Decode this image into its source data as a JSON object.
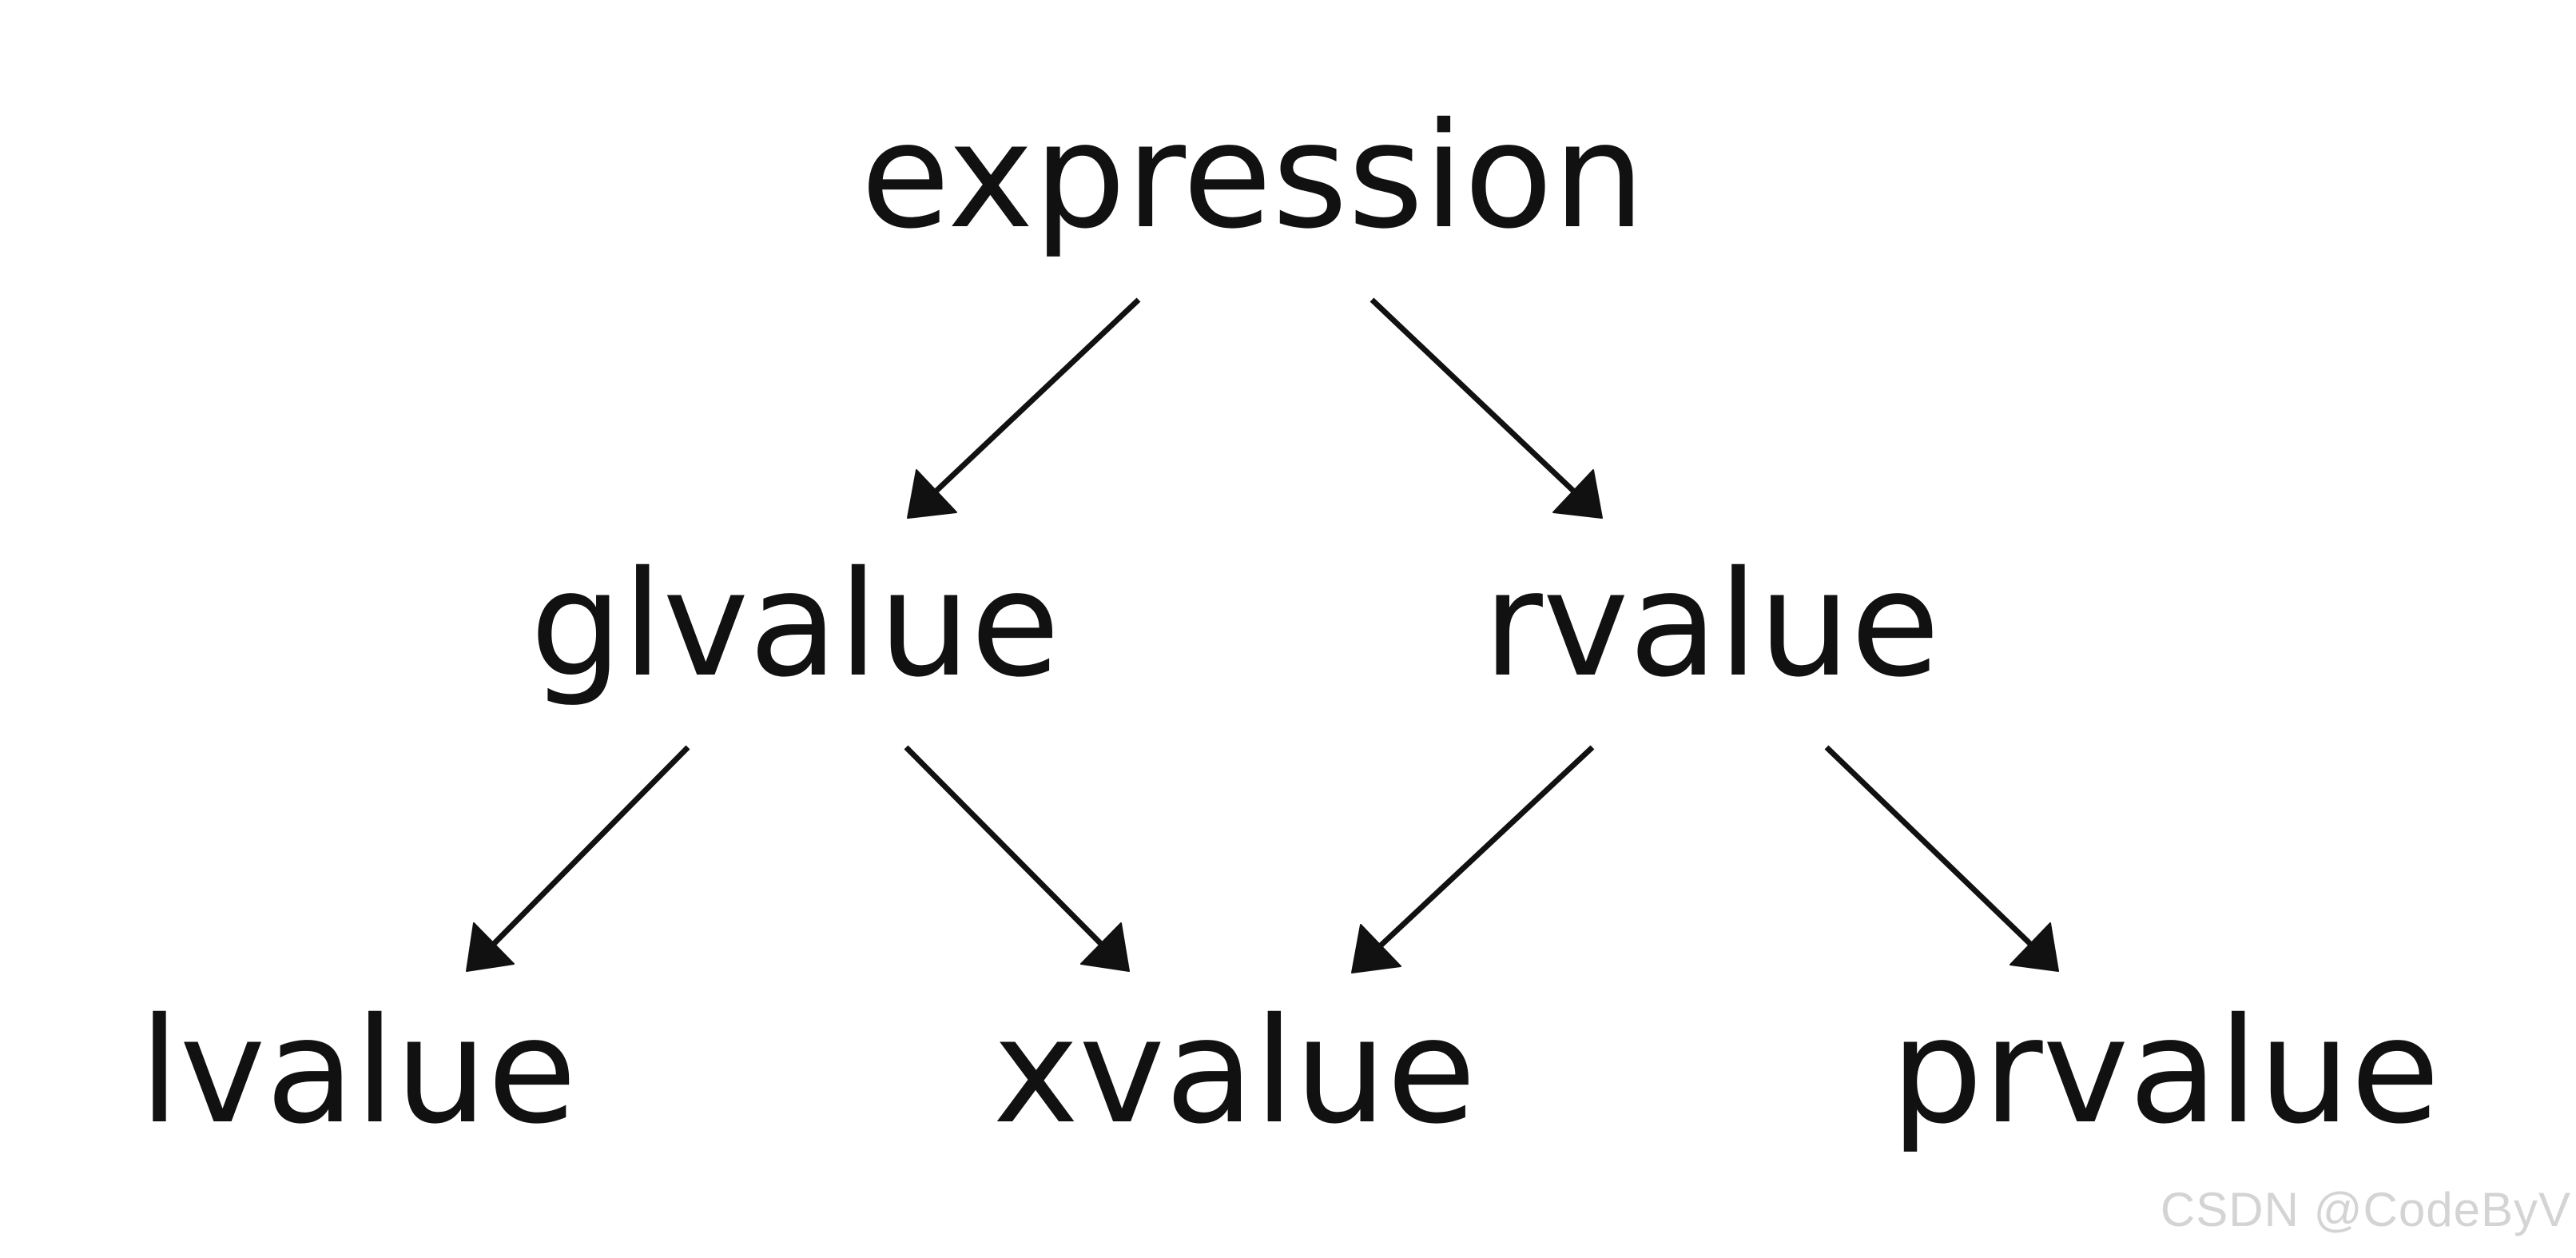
{
  "diagram": {
    "nodes": [
      {
        "id": "expression",
        "label": "expression"
      },
      {
        "id": "glvalue",
        "label": "glvalue"
      },
      {
        "id": "rvalue",
        "label": "rvalue"
      },
      {
        "id": "lvalue",
        "label": "lvalue"
      },
      {
        "id": "xvalue",
        "label": "xvalue"
      },
      {
        "id": "prvalue",
        "label": "prvalue"
      }
    ],
    "edges": [
      {
        "from": "expression",
        "to": "glvalue"
      },
      {
        "from": "expression",
        "to": "rvalue"
      },
      {
        "from": "glvalue",
        "to": "lvalue"
      },
      {
        "from": "glvalue",
        "to": "xvalue"
      },
      {
        "from": "rvalue",
        "to": "xvalue"
      },
      {
        "from": "rvalue",
        "to": "prvalue"
      }
    ],
    "colors": {
      "ink": "#111111",
      "watermark": "#d4d4d4",
      "background": "#ffffff"
    }
  },
  "watermark": {
    "text": "CSDN @CodeByV"
  }
}
